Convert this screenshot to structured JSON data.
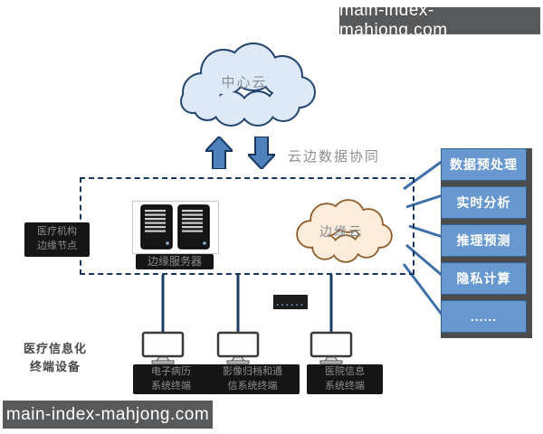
{
  "watermarks": {
    "top_right": "main-index-mahjong.com",
    "bottom_left": "main-index-mahjong.com"
  },
  "central_cloud": {
    "label": "中心云"
  },
  "edge_cloud": {
    "label": "边缘云"
  },
  "sync_label": "云边数据协同",
  "edge_zone": {
    "node_label_line1": "医疗机构",
    "node_label_line2": "边缘节点",
    "server_label": "边缘服务器"
  },
  "edge_functions": [
    "数据预处理",
    "实时分析",
    "推理预测",
    "隐私计算",
    "......"
  ],
  "terminals": {
    "group_label_line1": "医疗信息化",
    "group_label_line2": "终端设备",
    "ellipsis": "......",
    "items": [
      {
        "line1": "电子病历",
        "line2": "系统终端"
      },
      {
        "line1": "影像归档和通",
        "line2": "信系统终端"
      },
      {
        "line1": "医院信息",
        "line2": "系统终端"
      }
    ]
  },
  "icons": {
    "up_arrow": "up-arrow-icon",
    "down_arrow": "down-arrow-icon",
    "central_cloud": "cloud-icon",
    "edge_cloud": "cloud-icon",
    "servers": "server-towers-icon",
    "terminal": "monitor-icon"
  },
  "colors": {
    "central_cloud_fill": "#dde9f7",
    "central_cloud_stroke": "#24466e",
    "edge_cloud_fill": "#fcecd9",
    "edge_cloud_stroke": "#8c5a28",
    "arrow_fill": "#4f81bd",
    "function_box_fill": "#6798d0",
    "dashed_border": "#17365d",
    "connector_line": "#3e6fa8",
    "watermark_bg": "#58595b",
    "label_dark_bg": "#151515",
    "label_text": "#8e8e8e"
  }
}
